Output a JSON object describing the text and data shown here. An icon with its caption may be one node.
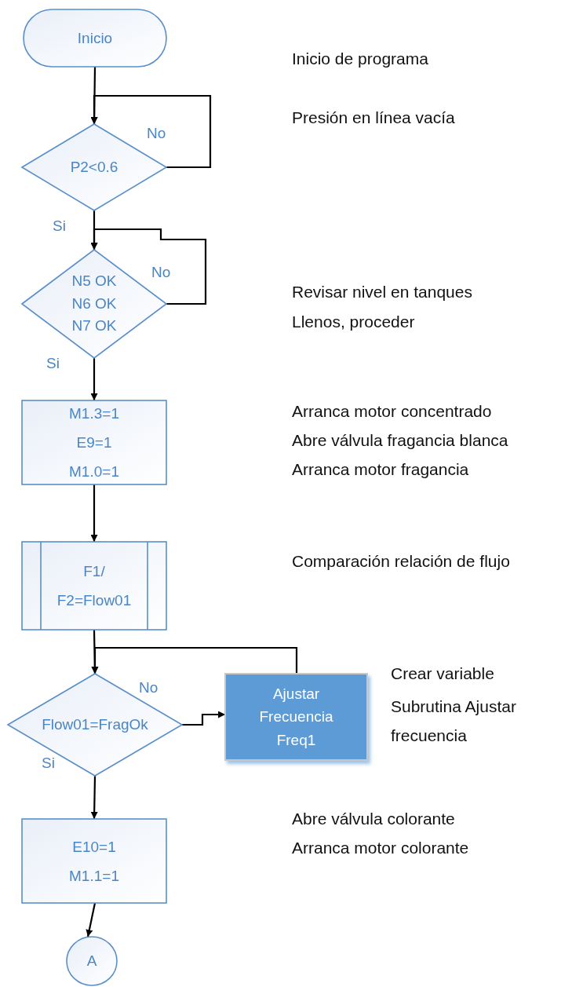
{
  "diagram": {
    "nodes": [
      {
        "text": [
          "Inicio"
        ]
      },
      {
        "text": [
          "P2<0.6"
        ]
      },
      {
        "text": [
          "N5 OK N6 OK N7 OK"
        ]
      },
      {
        "text": [
          "M1.3=1 E9=1 M1.0=1"
        ]
      },
      {
        "text": [
          "F1/ F2=Flow01"
        ]
      },
      {
        "text": [
          "Flow01=FragOk"
        ]
      },
      {
        "text": [
          "Ajustar Frecuencia Freq1"
        ]
      },
      {
        "text": [
          "E10=1 M1.1=1"
        ]
      },
      {
        "text": [
          "A"
        ]
      }
    ],
    "edges": [
      {
        "from": 0,
        "to": 1,
        "arrow": "to"
      },
      {
        "from": 1,
        "to": 1,
        "arrow": "to",
        "label": "No"
      },
      {
        "from": 1,
        "to": 2,
        "arrow": "to",
        "label": "Si"
      },
      {
        "from": 2,
        "to": 2,
        "arrow": "to",
        "label": "No"
      },
      {
        "from": 2,
        "to": 3,
        "arrow": "to",
        "label": "Si"
      },
      {
        "from": 3,
        "to": 4,
        "arrow": "to"
      },
      {
        "from": 4,
        "to": 5,
        "arrow": "to"
      },
      {
        "from": 5,
        "to": 6,
        "arrow": "to",
        "label": "No"
      },
      {
        "from": 6,
        "to": 5,
        "arrow": "to"
      },
      {
        "from": 5,
        "to": 7,
        "arrow": "to",
        "label": "Si"
      },
      {
        "from": 7,
        "to": 8,
        "arrow": "to"
      }
    ],
    "labels": [
      "Inicio de programa",
      "Presión en línea vacía",
      "Revisar nivel en tanques",
      "Llenos, proceder",
      "Arranca motor concentrado",
      "Abre válvula fragancia blanca",
      "Arranca motor fragancia",
      "Comparación relación de flujo",
      "Crear variable",
      "Subrutina Ajustar frecuencia",
      "Abre válvula colorante",
      "Arranca motor colorante"
    ]
  }
}
